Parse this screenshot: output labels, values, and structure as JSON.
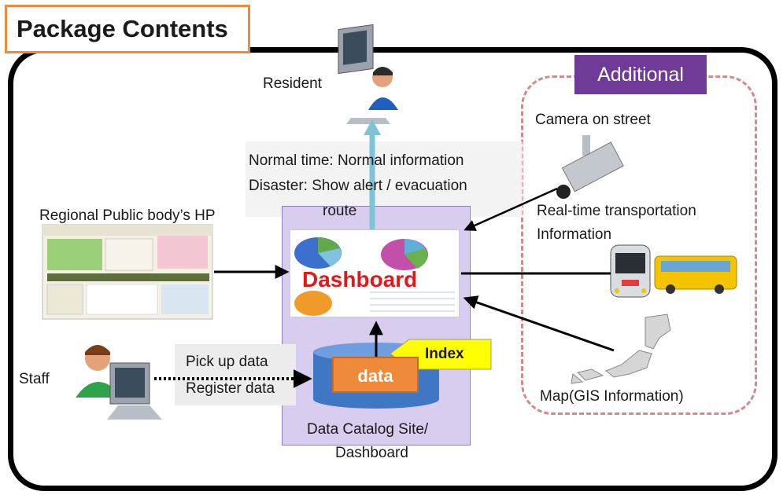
{
  "title": "Package Contents",
  "labels": {
    "resident": "Resident",
    "normal_line": "Normal time: Normal information",
    "disaster_line": "Disaster: Show alert / evacuation",
    "route": "route",
    "regional": "Regional Public body’s HP",
    "dashboard": "Dashboard",
    "staff": "Staff",
    "pickup": "Pick up data",
    "register": "Register data",
    "data": "data",
    "index": "Index",
    "catalog_line1": "Data Catalog Site/",
    "catalog_line2": "Dashboard",
    "additional": "Additional",
    "camera": "Camera on street",
    "realtime1": "Real-time transportation",
    "realtime2": "Information",
    "map": "Map(GIS Information)"
  },
  "colors": {
    "title_border": "#ee8a3a",
    "catalog_bg": "#d9cdef",
    "additional_bg": "#6f3b97",
    "dashed_border": "#d48a8a",
    "dashboard_text": "#e01a1a",
    "arrow_up": "#7ec3d6",
    "index_bg": "#ffff00"
  },
  "icons": [
    "person-computer-icon",
    "camera-icon",
    "train-icon",
    "bus-icon",
    "japan-map-icon",
    "pie-chart-icon"
  ]
}
